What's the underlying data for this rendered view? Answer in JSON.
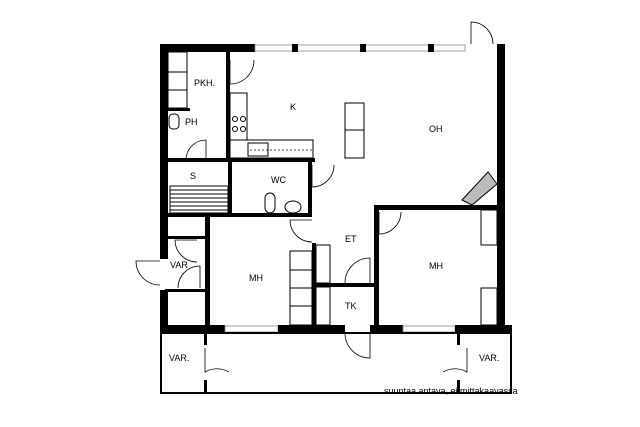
{
  "rooms": {
    "pkh": "PKH.",
    "k": "K",
    "oh": "OH",
    "ph": "PH",
    "s": "S",
    "wc": "WC",
    "et": "ET",
    "mh_left": "MH",
    "mh_right": "MH",
    "tk": "TK",
    "var_closet": "VAR",
    "var_balcony_left": "VAR.",
    "var_balcony_right": "VAR."
  },
  "note": "suuntaa antava, ei mittakaavassa"
}
